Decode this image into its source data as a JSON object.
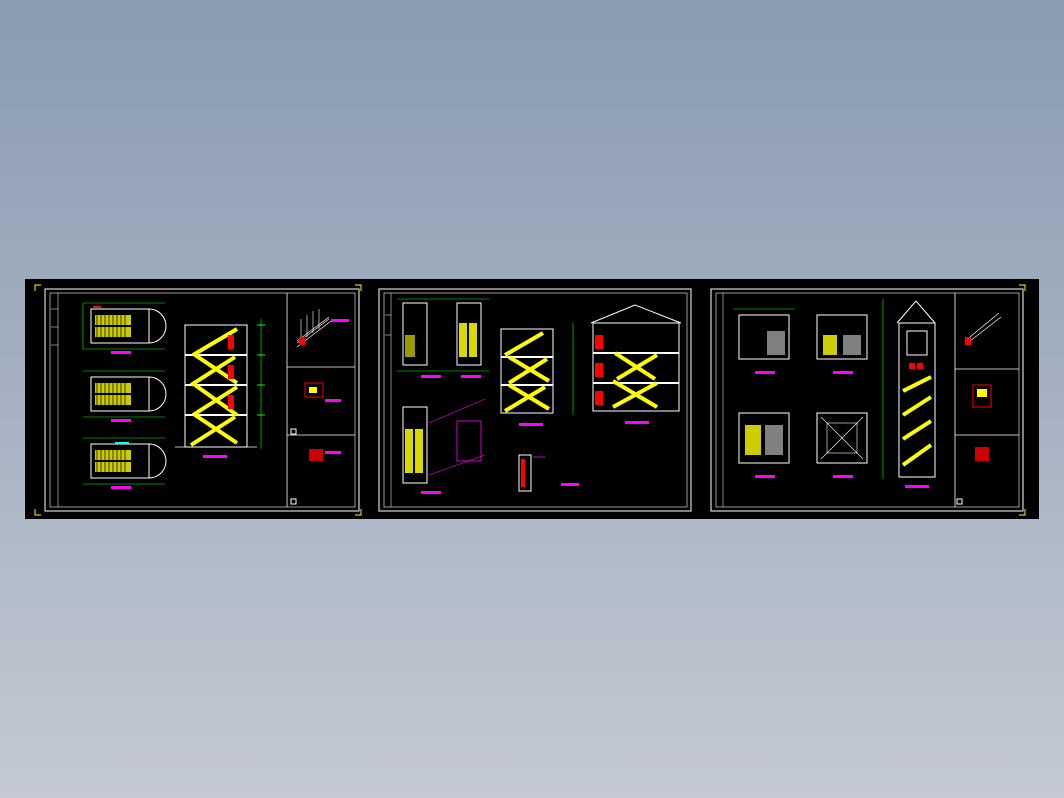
{
  "viewer": {
    "background": [
      "#8a9bb0",
      "#c4c9d3"
    ],
    "canvas_background": "#000000"
  },
  "drawing": {
    "sheet_count": 3,
    "colors": {
      "frame": "#ffffff",
      "corner_marks": "#ffff00",
      "primary_lines": "#ffffff",
      "stair_fill": "#ffff00",
      "dimensions": "#00ff00",
      "annotations": "#ff00ff",
      "detail_hatch": "#ff0000",
      "highlight": "#00ffff"
    },
    "sheets": [
      {
        "id": "sheet-1",
        "plans": 3,
        "sections": 1,
        "details": 3
      },
      {
        "id": "sheet-2",
        "plans": 4,
        "sections": 2,
        "details": 1
      },
      {
        "id": "sheet-3",
        "plans": 4,
        "sections": 1,
        "details": 3
      }
    ]
  }
}
